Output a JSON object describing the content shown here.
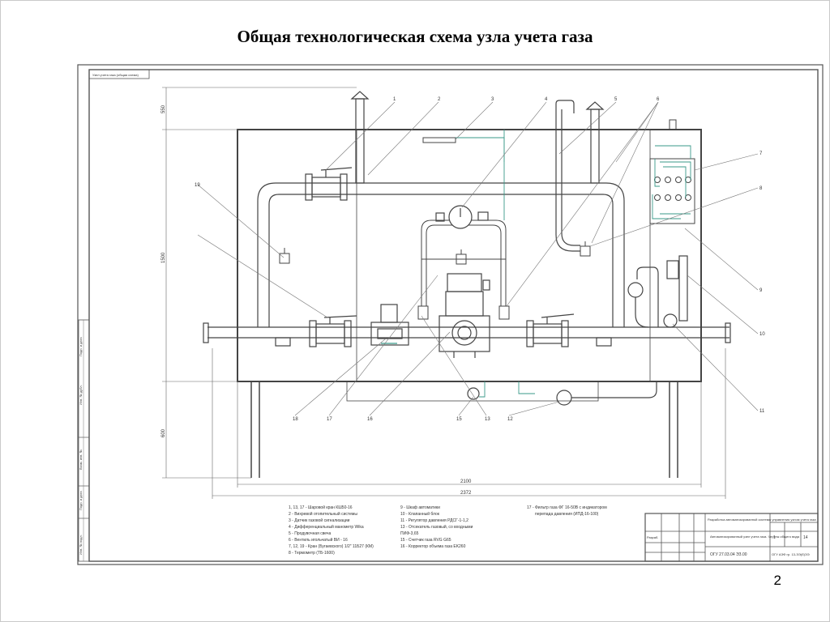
{
  "slide": {
    "title": "Общая технологическая схема узла учета газа",
    "page_number": "2"
  },
  "drawing": {
    "stamp_top": "Узел учета газа (общая схема)",
    "dimensions": {
      "total_width": "2372",
      "frame_width": "2100",
      "height_top": "550",
      "height_mid": "1500",
      "height_bottom": "600"
    },
    "callouts": [
      "1",
      "2",
      "3",
      "4",
      "5",
      "6",
      "7",
      "8",
      "9",
      "10",
      "11",
      "12",
      "13",
      "15",
      "16",
      "17",
      "18",
      "19"
    ],
    "legend_col1": [
      "1, 13, 17 - Шаровой кран КШ50-16",
      "2 - Вихревой отопительный системы",
      "3 - Датчик газовой сигнализации",
      "4 - Дифференциальный манометр Wika",
      "5 - Продувочная свеча",
      "6 - Вентиль игольчатый ВИ - 16",
      "7, 12, 19 - Кран (Бугаевского) 1/2\" 11Б27 (КМ)",
      "8 - Термометр (ТБ-1600)"
    ],
    "legend_col2": [
      "9 - Шкаф автоматики",
      "10 - Клапанный блок",
      "11 - Регулятор давления РДСГ-1-1,2",
      "13 - Отсекатель газовый, со входными",
      "ПИФ-3,65",
      "15 - Счетчик газа RVG G65",
      "16 - Корректор объема газа EK260"
    ],
    "legend_col3": [
      "17 - Фильтр газа ФГ 16-50В с индикатором",
      "перепада давления (ИПД-16-100)"
    ],
    "title_block": {
      "project": "Разработка автоматизированной системы управления узлом учета газа",
      "sheet_title": "Автоматизированный узел учета газа. Чертеж общего вида",
      "code": "ОГУ 27.03.04 ЭЗ.00",
      "org": "ОГУ АЭФ гр. 13-ЭЭ(б)ЭЭ",
      "sheet": "1",
      "sheets": "14",
      "role": "Разраб."
    },
    "side_labels": [
      "Инв. № подл.",
      "Подп. и дата",
      "Взам. инв. №",
      "Инв. № дубл.",
      "Подп. и дата"
    ]
  }
}
